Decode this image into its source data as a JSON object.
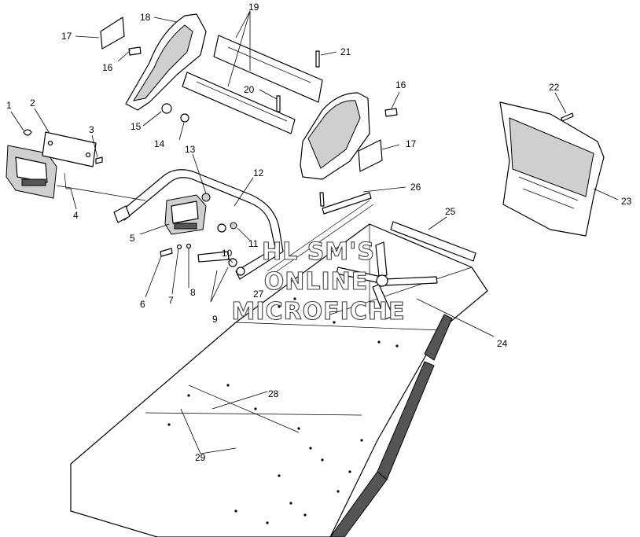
{
  "callouts": {
    "c1": "1",
    "c2": "2",
    "c3": "3",
    "c4": "4",
    "c5": "5",
    "c6": "6",
    "c7": "7",
    "c8": "8",
    "c9": "9",
    "c10": "10",
    "c11": "11",
    "c12": "12",
    "c13": "13",
    "c14": "14",
    "c15": "15",
    "c16a": "16",
    "c16b": "16",
    "c17a": "17",
    "c17b": "17",
    "c18": "18",
    "c19": "19",
    "c20": "20",
    "c21": "21",
    "c22": "22",
    "c23": "23",
    "c24": "24",
    "c25": "25",
    "c26": "26",
    "c27": "27",
    "c28": "28",
    "c29": "29"
  },
  "watermark": {
    "line1": "HL SM'S",
    "line2": "ONLINE",
    "line3": "MICROFICHE"
  }
}
